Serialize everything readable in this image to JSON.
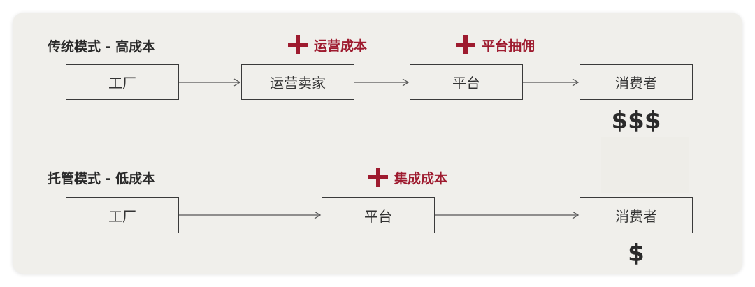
{
  "colors": {
    "accent": "#9e1b2f",
    "background": "#f0efeb",
    "text": "#2a2a2a"
  },
  "traditional": {
    "title": "传统模式 - 高成本",
    "nodes": [
      "工厂",
      "运营卖家",
      "平台",
      "消费者"
    ],
    "costs": [
      {
        "icon": "plus-icon",
        "label": "运营成本"
      },
      {
        "icon": "plus-icon",
        "label": "平台抽佣"
      }
    ],
    "price": "$$$"
  },
  "hosted": {
    "title": "托管模式 - 低成本",
    "nodes": [
      "工厂",
      "平台",
      "消费者"
    ],
    "costs": [
      {
        "icon": "plus-icon",
        "label": "集成成本"
      }
    ],
    "price": "$"
  }
}
